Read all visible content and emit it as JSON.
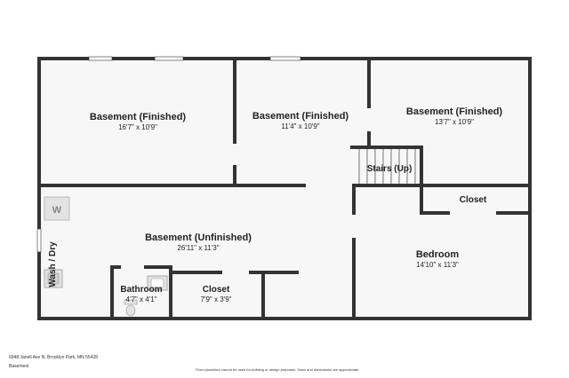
{
  "rooms": {
    "basement_left": {
      "name": "Basement (Finished)",
      "dims": "16'7\" x 10'9\""
    },
    "basement_mid": {
      "name": "Basement (Finished)",
      "dims": "11'4\" x 10'9\""
    },
    "basement_right": {
      "name": "Basement (Finished)",
      "dims": "13'7\" x 10'9\""
    },
    "stairs": {
      "name": "Stairs (Up)"
    },
    "closet_right": {
      "name": "Closet"
    },
    "bedroom": {
      "name": "Bedroom",
      "dims": "14'10\" x 11'3\""
    },
    "unfinished": {
      "name": "Basement (Unfinished)",
      "dims": "26'11\" x 11'3\""
    },
    "wash": {
      "name": "Wash / Dry"
    },
    "bathroom": {
      "name": "Bathroom",
      "dims": "4'7\" x 4'1\""
    },
    "closet_small": {
      "name": "Closet",
      "dims": "7'9\" x 3'9\""
    }
  },
  "fixtures": {
    "washer_letter": "W"
  },
  "footer": {
    "address": "6948 Janell Ave N, Brooklyn Park, MN 55428",
    "level": "Basement",
    "disclaimer": "Floor plans/tour cannot be used for building or design purposes. Sizes and dimensions are approximate."
  }
}
